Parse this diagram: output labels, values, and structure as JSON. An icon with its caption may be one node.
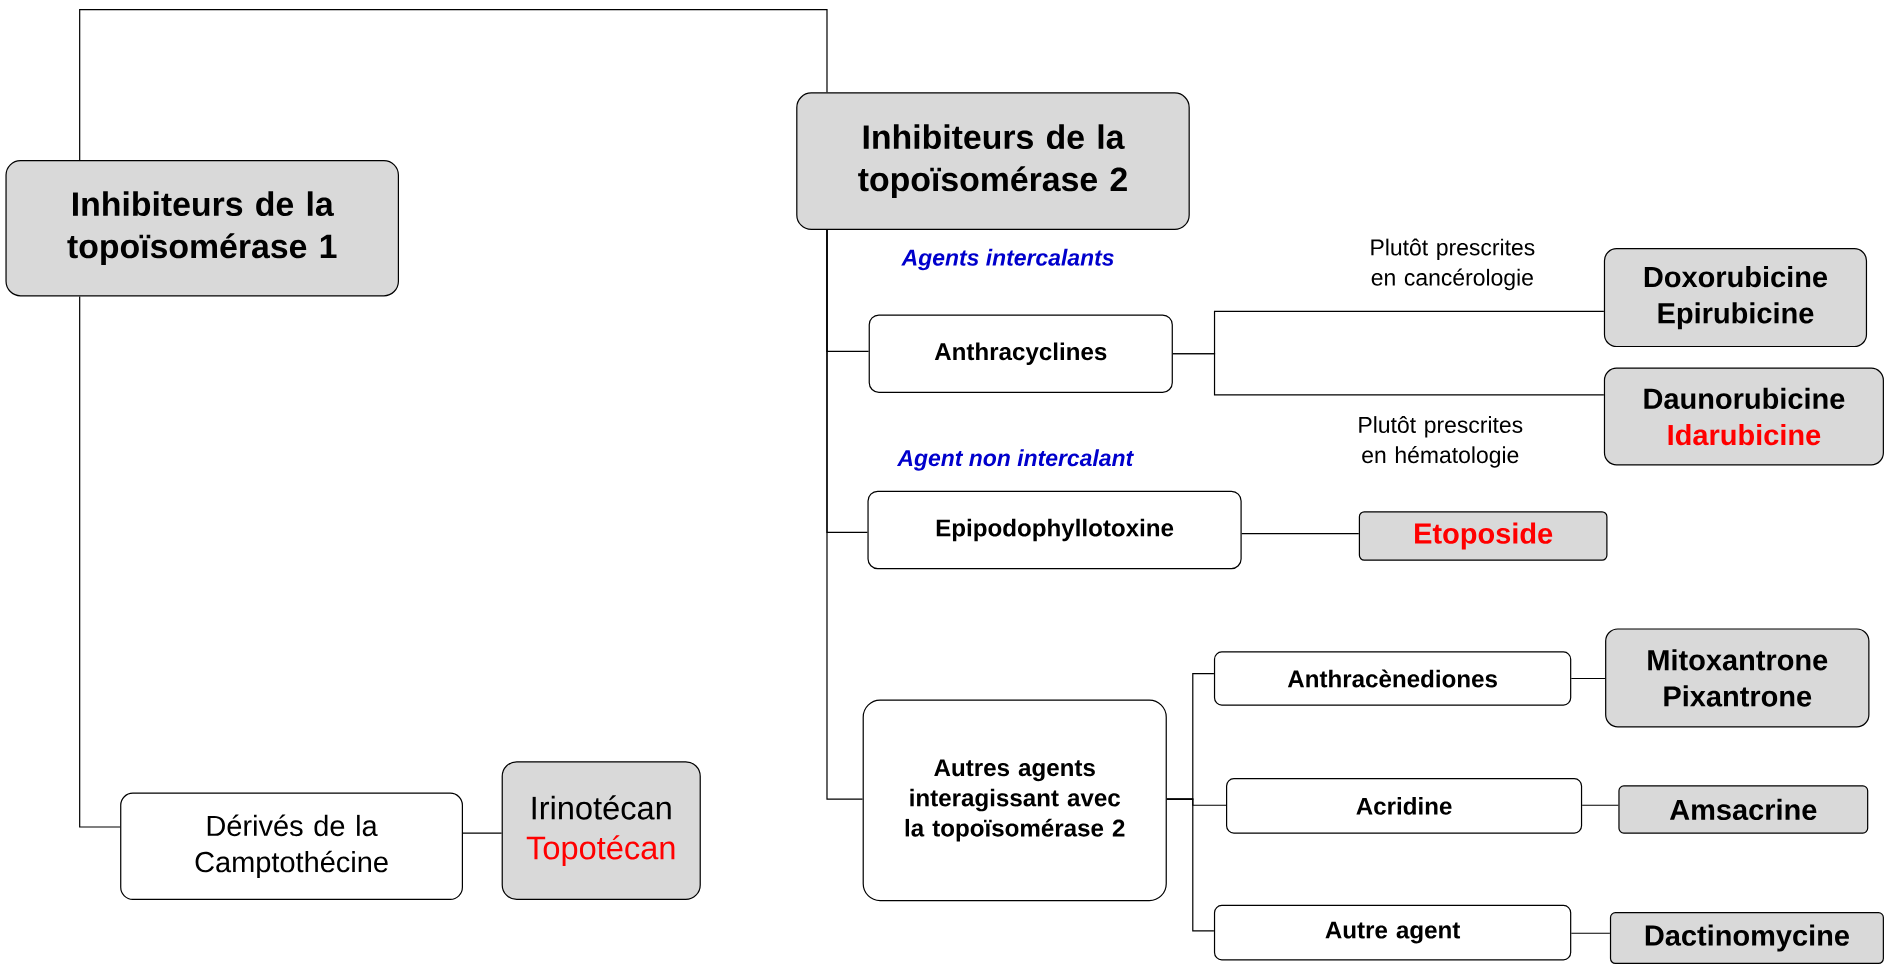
{
  "diagram": {
    "nodes": [
      {
        "text": [
          "Inhibiteurs de la topoïsomérase 1"
        ]
      },
      {
        "text": [
          "Inhibiteurs de la topoïsomérase 2"
        ]
      },
      {
        "text": [
          "Dérivés de la Camptothécine"
        ]
      },
      {
        "text": [
          "Irinotécan",
          "Topotécan"
        ]
      },
      {
        "text": [
          "Anthracyclines"
        ]
      },
      {
        "text": [
          "Doxorubicine",
          "Epirubicine"
        ]
      },
      {
        "text": [
          "Daunorubicine",
          "Idarubicine"
        ]
      },
      {
        "text": [
          "Epipodophyllotoxine"
        ]
      },
      {
        "text": [
          "Etoposide"
        ]
      },
      {
        "text": [
          "Autres agents interagissant avec la topoïsomérase 2"
        ]
      },
      {
        "text": [
          "Anthracènediones"
        ]
      },
      {
        "text": [
          "Mitoxantrone",
          "Pixantrone"
        ]
      },
      {
        "text": [
          "Acridine"
        ]
      },
      {
        "text": [
          "Amsacrine"
        ]
      },
      {
        "text": [
          "Autre agent"
        ]
      },
      {
        "text": [
          "Dactinomycine"
        ]
      }
    ],
    "edges": [
      {
        "from": 0,
        "to": 1,
        "arrow": "none"
      },
      {
        "from": 0,
        "to": 2,
        "arrow": "none"
      },
      {
        "from": 2,
        "to": 3,
        "arrow": "none"
      },
      {
        "from": 1,
        "to": 4,
        "arrow": "none"
      },
      {
        "from": 1,
        "to": 7,
        "arrow": "none"
      },
      {
        "from": 1,
        "to": 9,
        "arrow": "none"
      },
      {
        "from": 4,
        "to": 5,
        "arrow": "none",
        "label": "Plutôt prescrites en cancérologie"
      },
      {
        "from": 4,
        "to": 6,
        "arrow": "none",
        "label": "Plutôt prescrites en hématologie"
      },
      {
        "from": 7,
        "to": 8,
        "arrow": "none"
      },
      {
        "from": 9,
        "to": 10,
        "arrow": "none"
      },
      {
        "from": 9,
        "to": 12,
        "arrow": "none"
      },
      {
        "from": 9,
        "to": 14,
        "arrow": "none"
      },
      {
        "from": 10,
        "to": 11,
        "arrow": "none"
      },
      {
        "from": 12,
        "to": 13,
        "arrow": "none"
      },
      {
        "from": 14,
        "to": 15,
        "arrow": "none"
      }
    ],
    "labels": [
      "Agents intercalants",
      "Agent non intercalant"
    ]
  }
}
